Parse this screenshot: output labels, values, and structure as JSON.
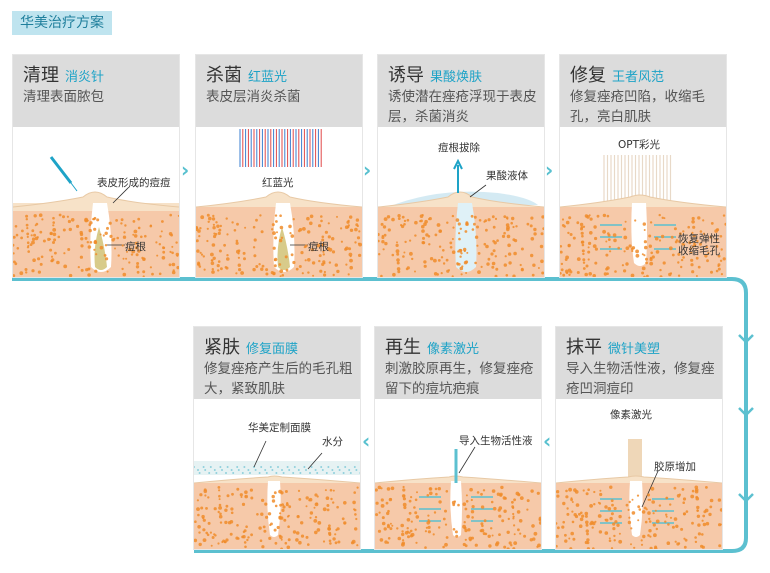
{
  "title": "华美治疗方案",
  "steps": [
    {
      "name": "清理",
      "sub": "消炎针",
      "desc": "清理表面脓包",
      "labels": [
        "表皮形成的痘痘",
        "痘根"
      ]
    },
    {
      "name": "杀菌",
      "sub": "红蓝光",
      "desc": "表皮层消炎杀菌",
      "labels": [
        "红蓝光",
        "痘根"
      ]
    },
    {
      "name": "诱导",
      "sub": "果酸焕肤",
      "desc": "诱使潜在痤疮浮现于表皮层，杀菌消炎",
      "labels": [
        "痘根拔除",
        "果酸液体"
      ]
    },
    {
      "name": "修复",
      "sub": "王者风范",
      "desc": "修复痤疮凹陷，收缩毛孔，亮白肌肤",
      "labels": [
        "OPT彩光",
        "恢复弹性",
        "收缩毛孔"
      ]
    },
    {
      "name": "抹平",
      "sub": "微针美塑",
      "desc": "导入生物活性液，修复痤疮凹洞痘印",
      "labels": [
        "像素激光",
        "胶原增加"
      ]
    },
    {
      "name": "再生",
      "sub": "像素激光",
      "desc": "刺激胶原再生，修复痤疮留下的痘坑疤痕",
      "labels": [
        "导入生物活性液"
      ]
    },
    {
      "name": "紧肤",
      "sub": "修复面膜",
      "desc": "修复痤疮产生后的毛孔粗大，紧致肌肤",
      "labels": [
        "华美定制面膜",
        "水分"
      ]
    }
  ],
  "arrow_glyph": "›",
  "arrow_glyph_left": "‹",
  "colors": {
    "accent": "#1ea3c7",
    "connector": "#5cc0d0",
    "skin": "#f6c9a9",
    "dots": "#f08c2a",
    "epidermis": "#f7e2c8"
  }
}
